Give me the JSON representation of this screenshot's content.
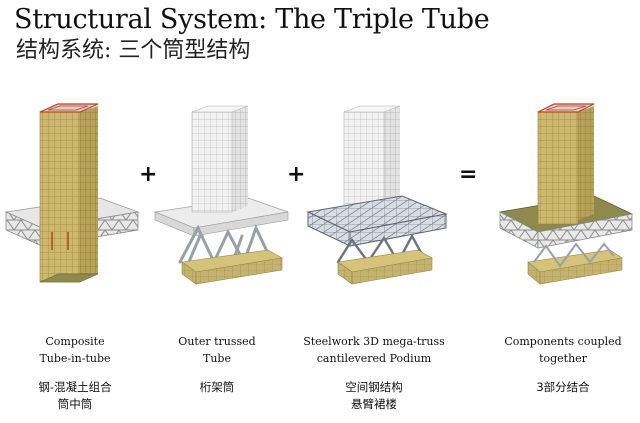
{
  "header": {
    "title": "Structural System: The Triple Tube",
    "subtitle": "结构系统: 三个筒型结构"
  },
  "operators": [
    "+",
    "+",
    "="
  ],
  "components": [
    {
      "en_lines": [
        "Composite",
        "Tube-in-tube"
      ],
      "zh_lines": [
        "钢-混凝土组合",
        "筒中筒"
      ]
    },
    {
      "en_lines": [
        "Outer trussed",
        "Tube"
      ],
      "zh_lines": [
        "桁架筒"
      ]
    },
    {
      "en_lines": [
        "Steelwork 3D mega-truss",
        "cantilevered Podium"
      ],
      "zh_lines": [
        "空间钢结构",
        "悬臂裙楼"
      ]
    },
    {
      "en_lines": [
        "Components coupled",
        "together"
      ],
      "zh_lines": [
        "3部分结合"
      ]
    }
  ],
  "colors": {
    "core_gold": "#c9b56a",
    "core_gold_dark": "#a8944c",
    "truss_grey": "#cfcfcf",
    "truss_line": "#8c8c8c",
    "roof_red": "#b5452f",
    "podium_olive": "#8e8a4e"
  }
}
